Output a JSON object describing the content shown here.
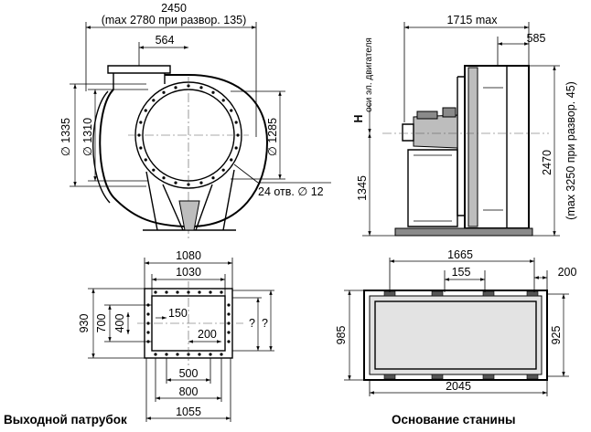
{
  "fan_front_view": {
    "width_overall": "2450",
    "width_note": "(max 2780 при развор. 135)",
    "outlet_width": "564",
    "diameter_outer": "∅ 1335",
    "diameter_bolt": "∅ 1310",
    "diameter_inlet": "∅ 1285",
    "holes_note": "24 отв. ∅ 12"
  },
  "fan_side_view": {
    "depth_max": "1715 max",
    "offset": "585",
    "motor_axis_label_main": "H",
    "motor_axis_label_sub": "оси эл. двигателя",
    "height_overall": "2470",
    "height_note": "(max 3250 при развор. 45)",
    "axis_height": "1345"
  },
  "outlet_flange": {
    "caption": "Выходной патрубок",
    "width_outer": "1080",
    "width_bolt": "1030",
    "width_inner": "1055",
    "hole_step_800": "800",
    "hole_step_500": "500",
    "hole_offset_200": "200",
    "hole_offset_150": "150",
    "height_outer": "930",
    "height_bolt": "700",
    "height_inner": "400",
    "unknown_1": "?",
    "unknown_2": "?"
  },
  "base_frame": {
    "caption": "Основание станины",
    "length_bolt": "1665",
    "length_overall": "2045",
    "step_155": "155",
    "end_200": "200",
    "width_overall": "985",
    "width_bolt": "925"
  },
  "colors": {
    "line": "#000000",
    "fill_gray": "#bdbdbd",
    "fill_dark": "#8a8a8a"
  }
}
